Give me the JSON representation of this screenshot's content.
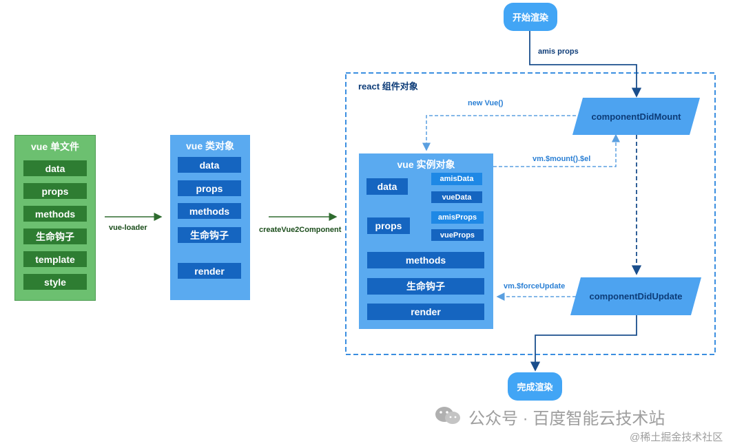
{
  "vue_file": {
    "title": "vue 单文件",
    "items": [
      "data",
      "props",
      "methods",
      "生命钩子",
      "template",
      "style"
    ]
  },
  "vue_class": {
    "title": "vue 类对象",
    "items": [
      "data",
      "props",
      "methods",
      "生命钩子",
      "render"
    ]
  },
  "edge_labels": {
    "vue_loader": "vue-loader",
    "create_component": "createVue2Component",
    "amis_props": "amis props",
    "new_vue": "new  Vue()",
    "mount": "vm.$mount().$el",
    "force_update": "vm.$forceUpdate"
  },
  "react_container": {
    "title": "react 组件对象"
  },
  "vue_instance": {
    "title": "vue 实例对象",
    "data_label": "data",
    "data_children": [
      "amisData",
      "vueData"
    ],
    "props_label": "props",
    "props_children": [
      "amisProps",
      "vueProps"
    ],
    "methods_label": "methods",
    "hooks_label": "生命钩子",
    "render_label": "render"
  },
  "lifecycle": {
    "start": "开始渲染",
    "did_mount": "componentDidMount",
    "did_update": "componentDidUpdate",
    "finish": "完成渲染"
  },
  "watermark": {
    "main": "公众号 · 百度智能云技术站",
    "sub": "@稀土掘金技术社区"
  },
  "colors": {
    "green_panel": "#6cc070",
    "green_box": "#2e7d32",
    "blue_panel": "#5aaaf0",
    "blue_box": "#1565c0",
    "mini_box": "#1e88e5",
    "arrow_dark": "#1a4e8c",
    "arrow_dashed": "#5a9fe0",
    "green_arrow": "#2e6b2e"
  }
}
